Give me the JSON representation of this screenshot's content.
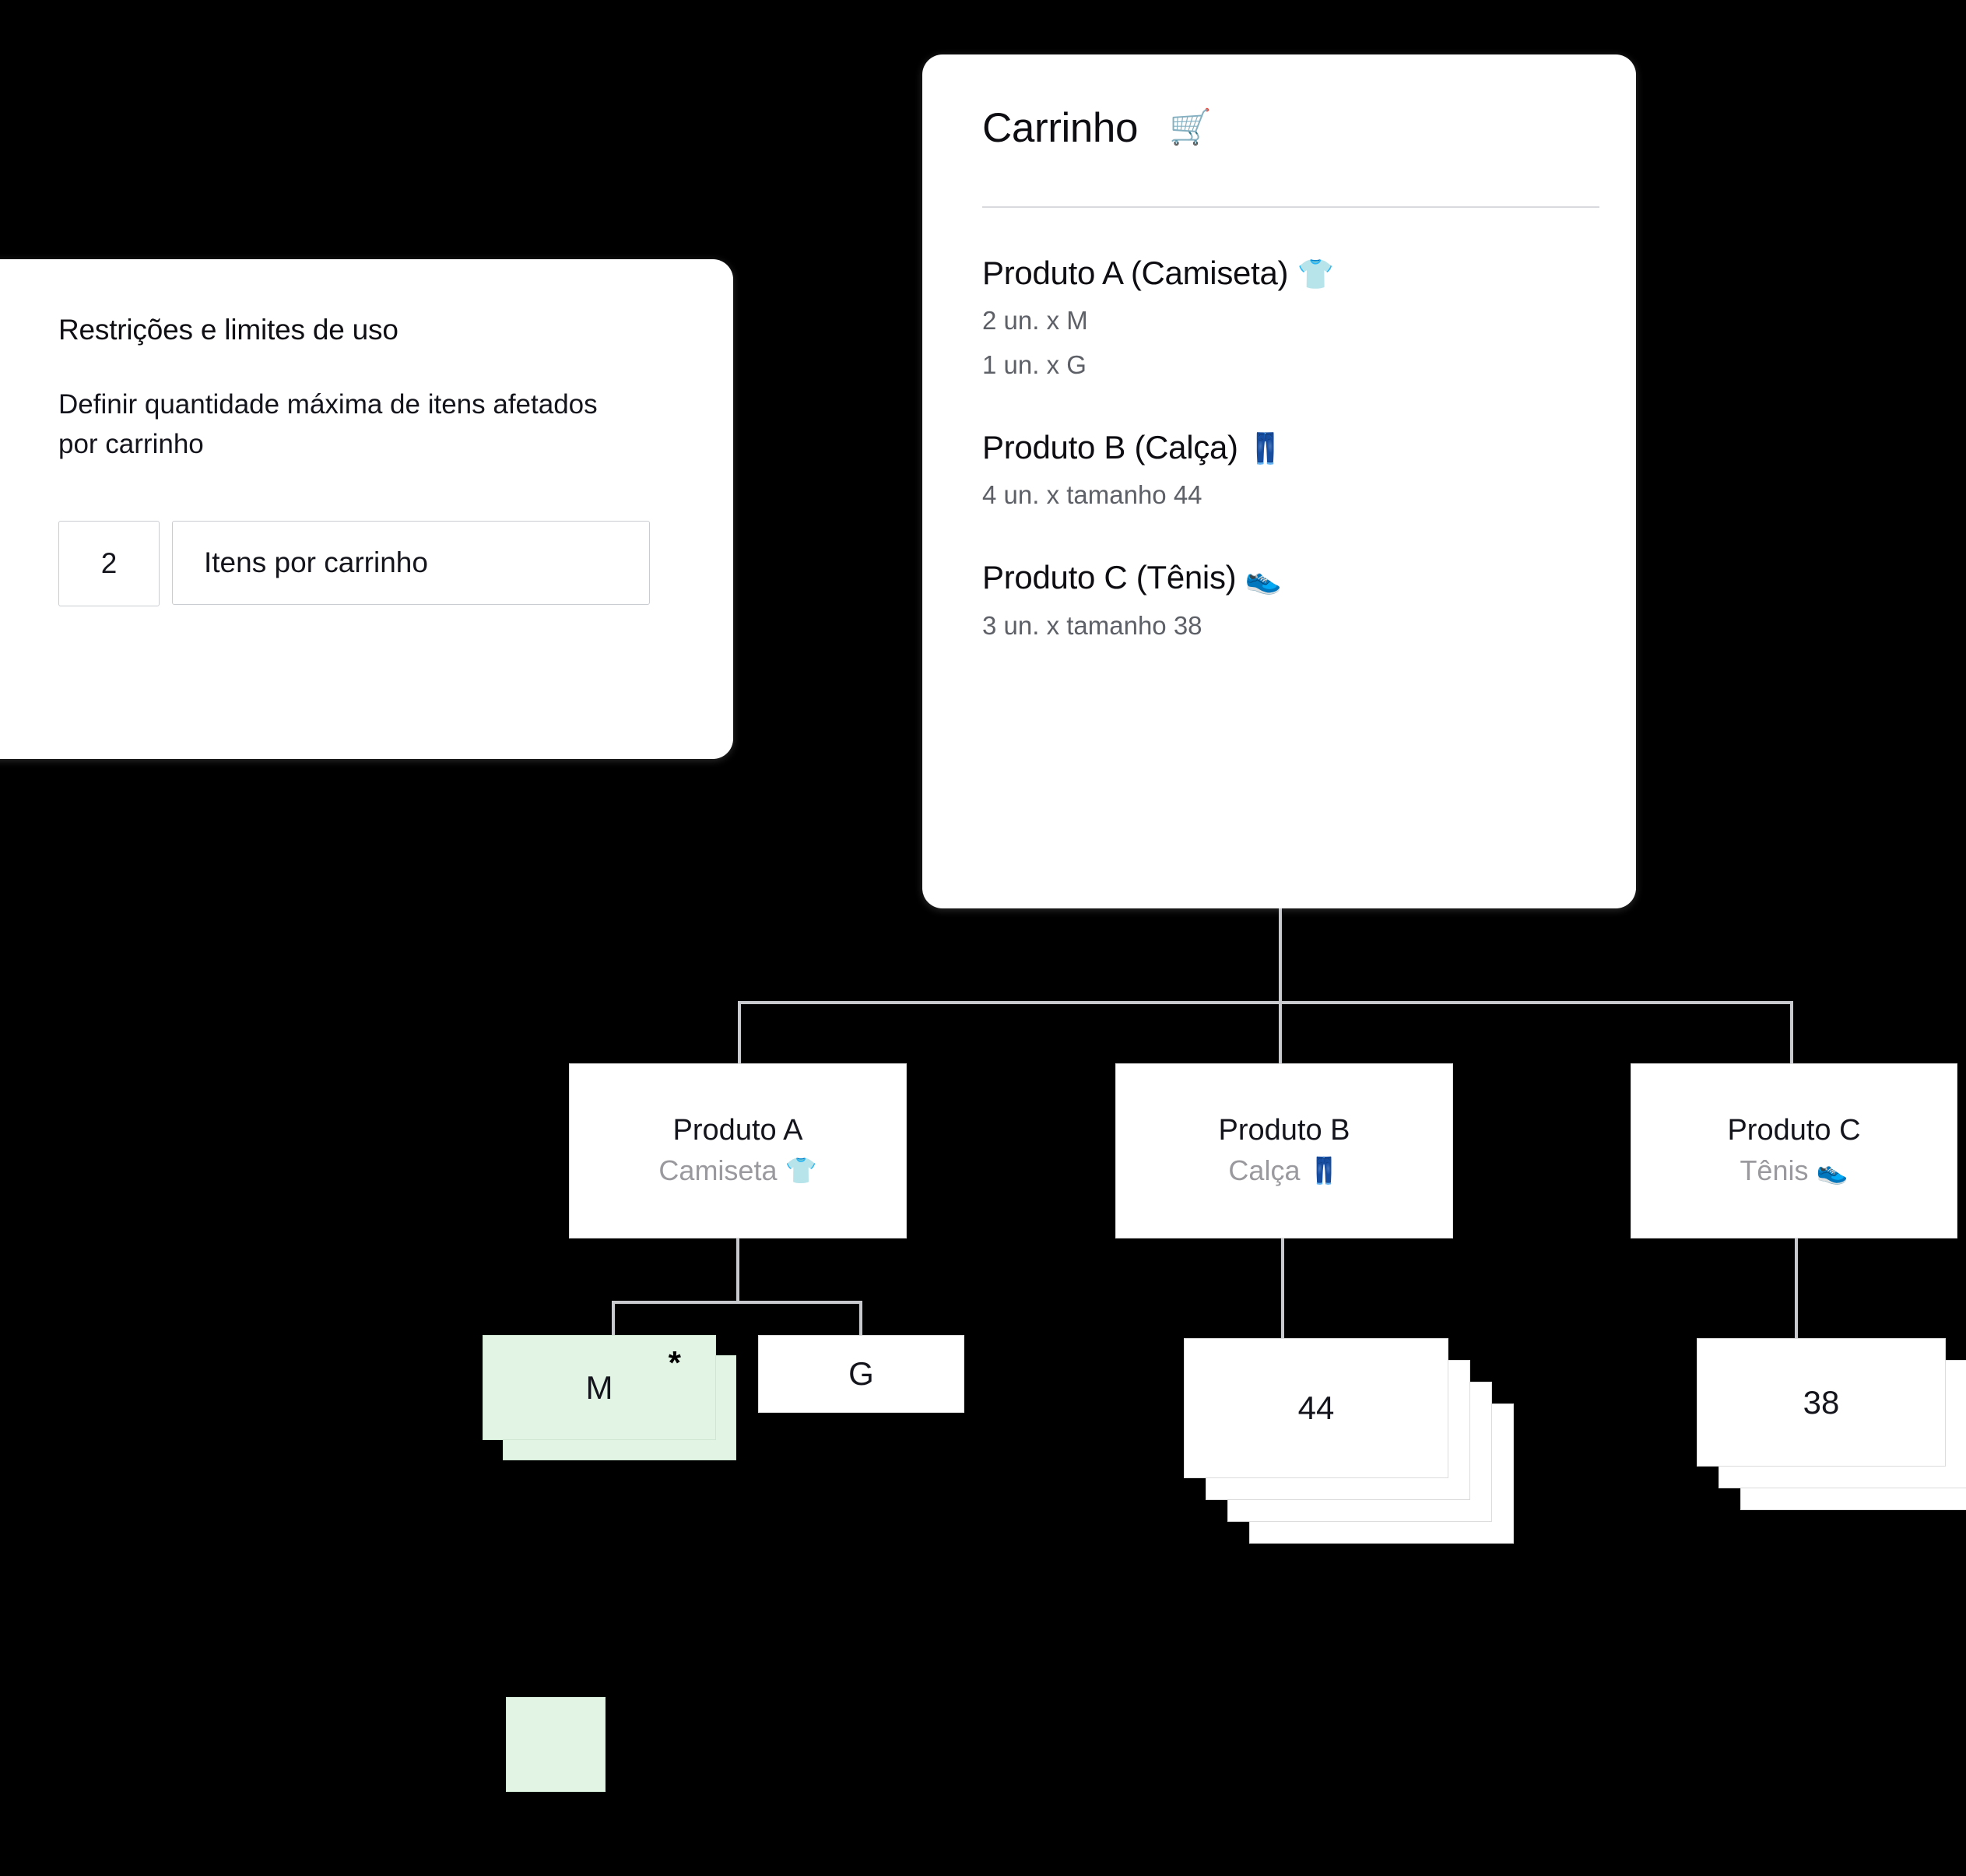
{
  "restrictions_card": {
    "title": "Restrições e limites de uso",
    "description": "Definir quantidade máxima de itens afetados por carrinho",
    "quantity_value": "2",
    "quantity_label": "Itens por carrinho"
  },
  "cart_card": {
    "title": "Carrinho",
    "title_icon": "🛒",
    "items": [
      {
        "name": "Produto A (Camiseta)",
        "icon": "👕",
        "lines": [
          "2 un. x M",
          "1 un. x G"
        ]
      },
      {
        "name": "Produto B (Calça)",
        "icon": "👖",
        "lines": [
          "4 un. x tamanho 44"
        ]
      },
      {
        "name": "Produto C (Tênis)",
        "icon": "👟",
        "lines": [
          "3 un. x  tamanho 38"
        ]
      }
    ]
  },
  "tree": {
    "products": [
      {
        "title": "Produto A",
        "subtitle": "Camiseta",
        "icon": "👕"
      },
      {
        "title": "Produto B",
        "subtitle": "Calça",
        "icon": "👖"
      },
      {
        "title": "Produto C",
        "subtitle": "Tênis",
        "icon": "👟"
      }
    ],
    "variants": [
      {
        "label": "M",
        "count": 2,
        "highlighted": true,
        "marker": "*"
      },
      {
        "label": "G",
        "count": 1,
        "highlighted": false,
        "marker": ""
      },
      {
        "label": "44",
        "count": 4,
        "highlighted": false,
        "marker": ""
      },
      {
        "label": "38",
        "count": 3,
        "highlighted": false,
        "marker": ""
      }
    ]
  },
  "legend": {
    "highlight_color": "#e2f5e5"
  }
}
